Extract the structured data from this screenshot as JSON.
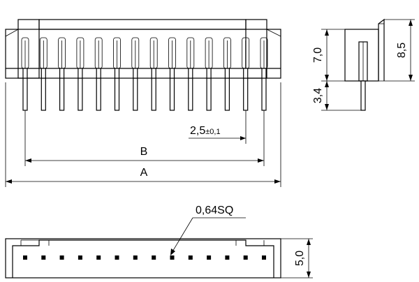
{
  "drawing": {
    "pin_count": 14,
    "dimensions": {
      "pitch": "2,5",
      "pitch_tolerance": "±0,1",
      "overall_length": "A",
      "pin_span": "B",
      "pin_size": "0,64SQ",
      "body_height": "7,0",
      "pin_length": "3,4",
      "total_height": "8,5",
      "body_depth": "5,0"
    }
  }
}
